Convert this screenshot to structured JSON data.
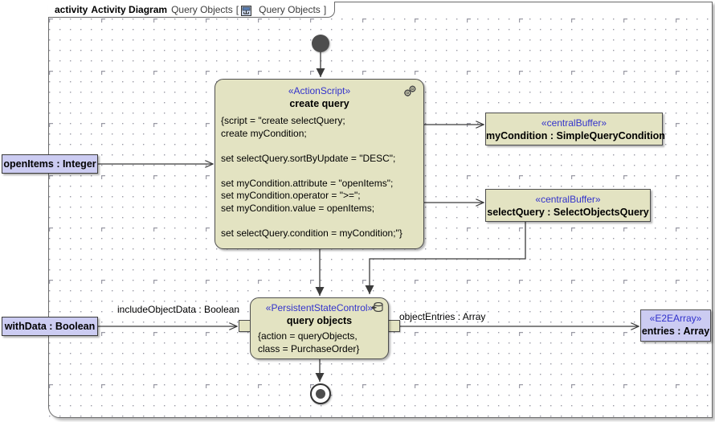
{
  "frame": {
    "keyword": "activity",
    "name": "Activity Diagram",
    "subtitle": "Query Objects",
    "bracket_open": "[",
    "bracket_label": "Query Objects",
    "bracket_close": "]",
    "icon": "activity-diagram-icon"
  },
  "colors": {
    "node_fill": "#e3e3c2",
    "node_border": "#4d4d4d",
    "pin_fill": "#ccccf2",
    "stereotype_text": "#3333cc",
    "page_background": "#ffffff",
    "grid_dot": "#9a9aa5"
  },
  "nodes": {
    "initial": {
      "name": "initial-node"
    },
    "final": {
      "name": "activity-final-node"
    },
    "action_script": {
      "stereotype": "«ActionScript»",
      "name": "create query",
      "icon": "gears-icon",
      "body": "{script = \"create selectQuery;\ncreate myCondition;\n\nset selectQuery.sortByUpdate = \"DESC\";\n\nset myCondition.attribute = \"openItems\";\nset myCondition.operator = \">=\";\nset myCondition.value = openItems;\n\nset selectQuery.condition = myCondition;\"}"
    },
    "buffer_mycondition": {
      "stereotype": "«centralBuffer»",
      "name": "myCondition : SimpleQueryCondition"
    },
    "buffer_selectquery": {
      "stereotype": "«centralBuffer»",
      "name": "selectQuery : SelectObjectsQuery"
    },
    "query_objects": {
      "stereotype": "«PersistentStateControl»",
      "name": "query objects",
      "icon": "database-action-icon",
      "body": "{action = queryObjects,\nclass = PurchaseOrder}"
    },
    "entries": {
      "stereotype": "«E2EArray»",
      "name": "entries : Array"
    }
  },
  "pins": {
    "openitems": "openItems : Integer",
    "withdata": "withData : Boolean"
  },
  "edge_labels": {
    "include_object_data": "includeObjectData : Boolean",
    "object_entries": "objectEntries : Array"
  }
}
